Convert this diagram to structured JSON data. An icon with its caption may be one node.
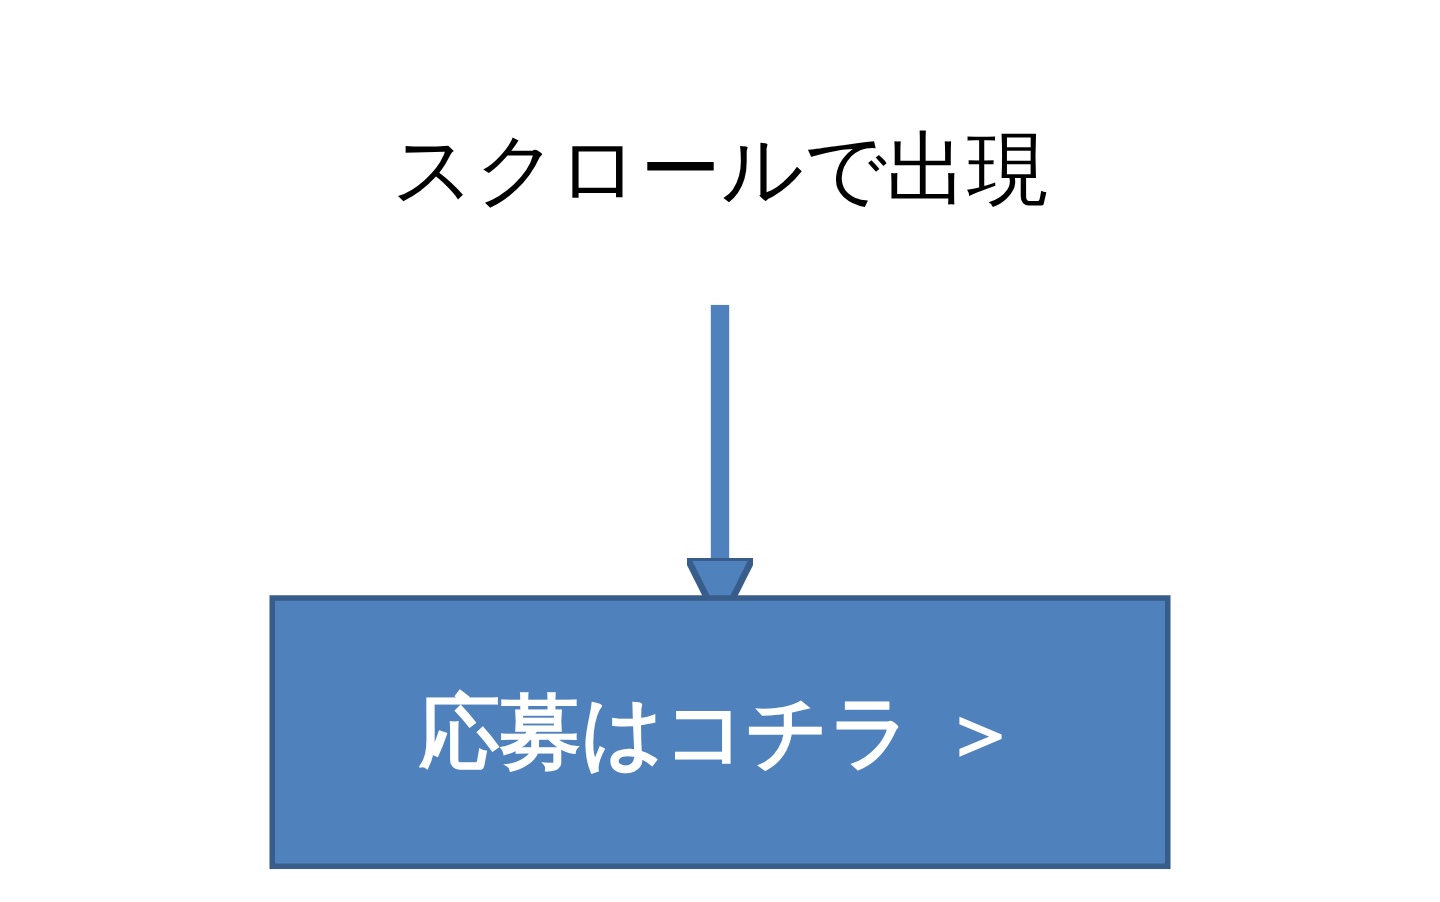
{
  "diagram": {
    "nodes": [
      {
        "text": [
          "スクロールで出現"
        ]
      },
      {
        "text": [
          "応募はコチラ ＞"
        ]
      }
    ],
    "edges": [
      {
        "from": 0,
        "to": 1,
        "arrow": "to"
      }
    ]
  }
}
